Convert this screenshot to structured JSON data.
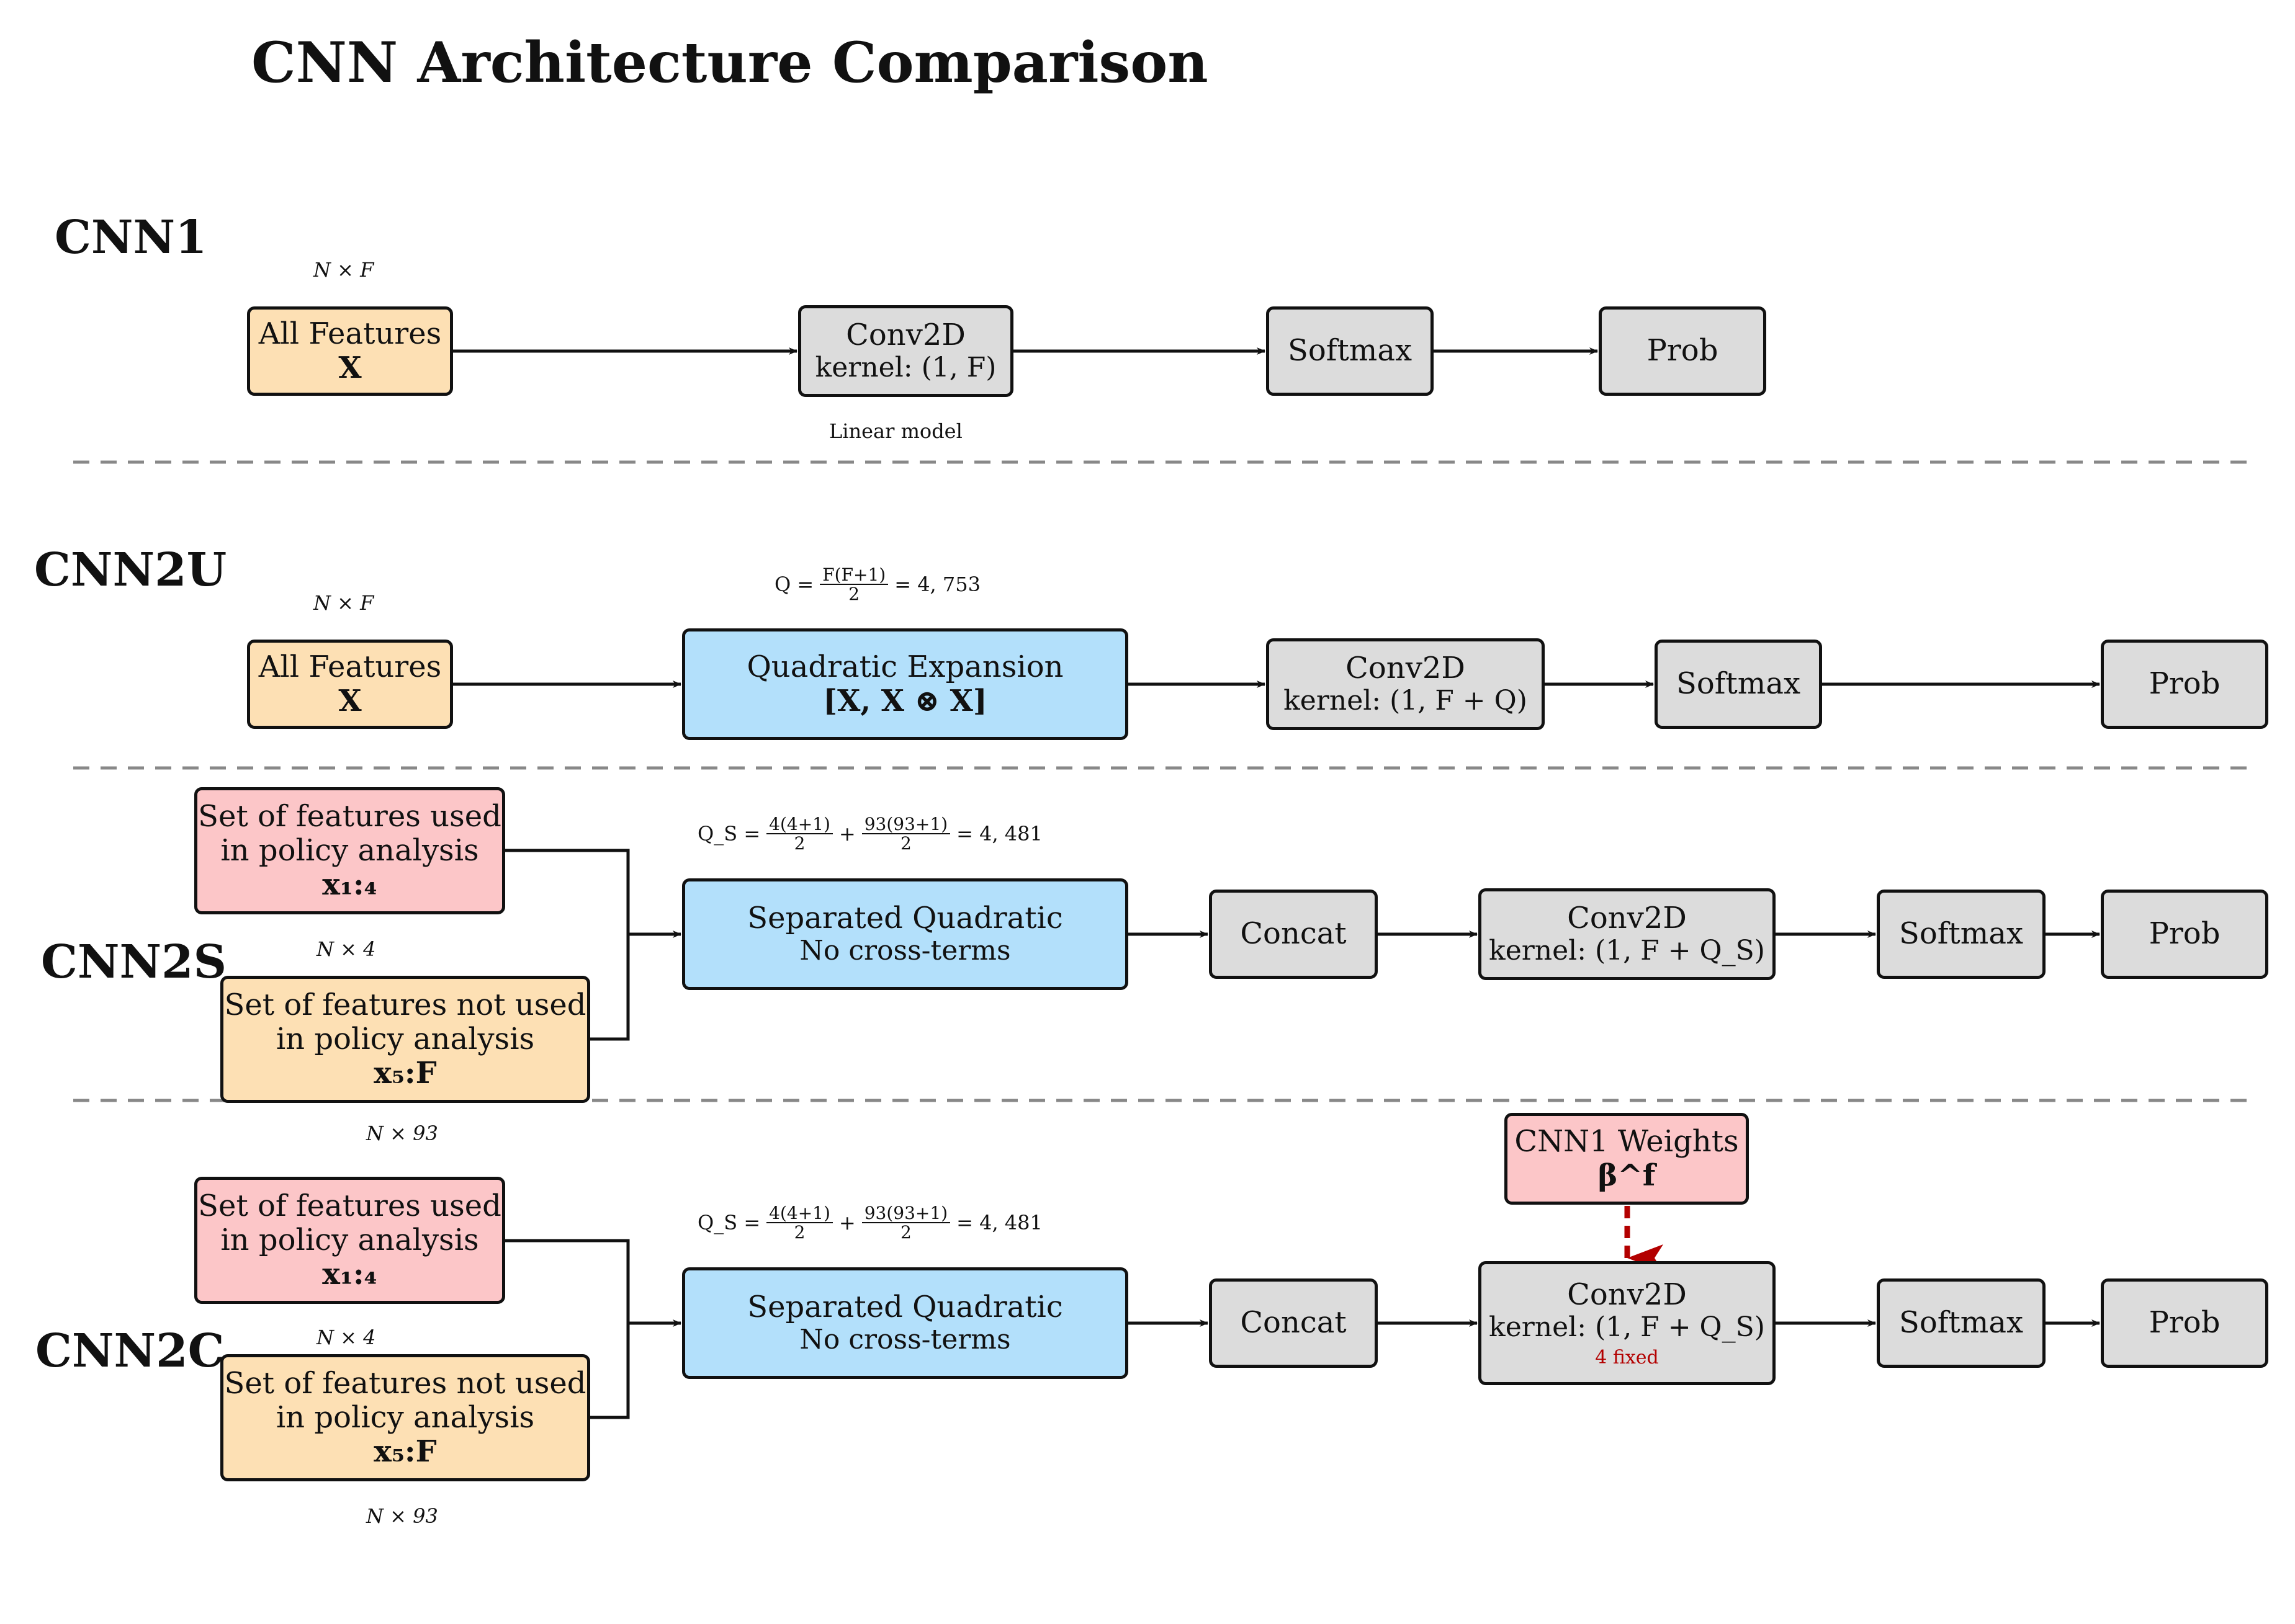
{
  "title": "CNN Architecture Comparison",
  "colors": {
    "input_orange": "#fde0b4",
    "quadratic_blue": "#b3e0fb",
    "policy_pink": "#fcc6c8",
    "layer_gray": "#dcdcdc",
    "fixed_red": "#b30000",
    "separator": "#888888"
  },
  "rows": {
    "cnn1": {
      "label": "CNN1",
      "dim": "N × F",
      "input": {
        "line1": "All Features",
        "line2": "X"
      },
      "conv": {
        "line1": "Conv2D",
        "line2": "kernel: (1, F)"
      },
      "conv_note": "Linear model",
      "softmax": "Softmax",
      "prob": "Prob"
    },
    "cnn2u": {
      "label": "CNN2U",
      "dim": "N × F",
      "input": {
        "line1": "All Features",
        "line2": "X"
      },
      "formula": {
        "lhs": "Q =",
        "num": "F(F+1)",
        "den": "2",
        "rhs": "= 4, 753"
      },
      "quad": {
        "line1": "Quadratic Expansion",
        "line2": "[X, X ⊗ X]"
      },
      "conv": {
        "line1": "Conv2D",
        "line2": "kernel: (1, F + Q)"
      },
      "softmax": "Softmax",
      "prob": "Prob"
    },
    "cnn2s": {
      "label": "CNN2S",
      "used": {
        "line1": "Set of features used",
        "line2": "in policy analysis",
        "line3": "x₁:₄"
      },
      "used_dim": "N × 4",
      "notused": {
        "line1": "Set of features not used",
        "line2": "in policy analysis",
        "line3": "x₅:F"
      },
      "notused_dim": "N × 93",
      "formula": {
        "lhs": "Q_S =",
        "num1": "4(4+1)",
        "den1": "2",
        "plus": "+",
        "num2": "93(93+1)",
        "den2": "2",
        "rhs": "= 4, 481"
      },
      "sepquad": {
        "line1": "Separated Quadratic",
        "line2": "No cross-terms"
      },
      "concat": "Concat",
      "conv": {
        "line1": "Conv2D",
        "line2": "kernel: (1, F + Q_S)"
      },
      "softmax": "Softmax",
      "prob": "Prob"
    },
    "cnn2c": {
      "label": "CNN2C",
      "used": {
        "line1": "Set of features used",
        "line2": "in policy analysis",
        "line3": "x₁:₄"
      },
      "used_dim": "N × 4",
      "notused": {
        "line1": "Set of features not used",
        "line2": "in policy analysis",
        "line3": "x₅:F"
      },
      "notused_dim": "N × 93",
      "formula": {
        "lhs": "Q_S =",
        "num1": "4(4+1)",
        "den1": "2",
        "plus": "+",
        "num2": "93(93+1)",
        "den2": "2",
        "rhs": "= 4, 481"
      },
      "weights": {
        "line1": "CNN1 Weights",
        "line2": "β^f"
      },
      "sepquad": {
        "line1": "Separated Quadratic",
        "line2": "No cross-terms"
      },
      "concat": "Concat",
      "conv": {
        "line1": "Conv2D",
        "line2": "kernel: (1, F + Q_S)",
        "fixed": "4 fixed"
      },
      "softmax": "Softmax",
      "prob": "Prob"
    }
  }
}
